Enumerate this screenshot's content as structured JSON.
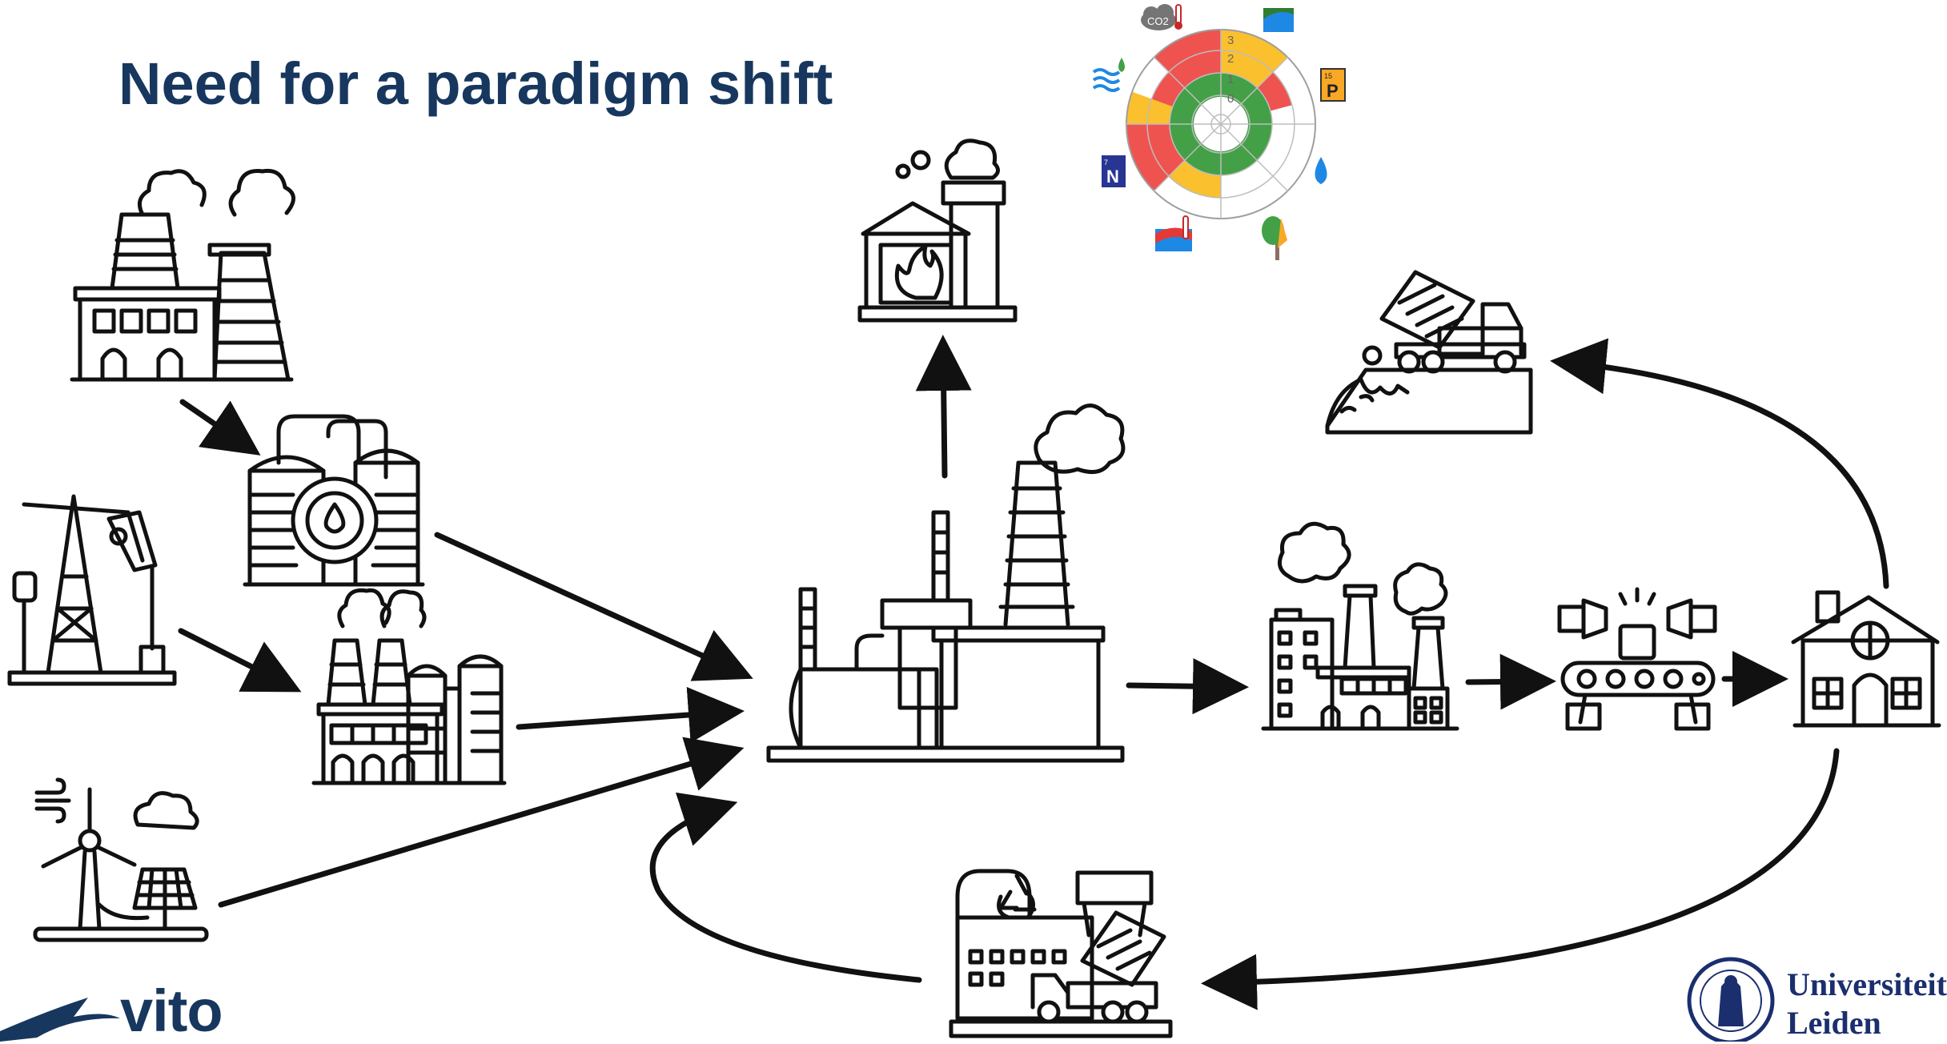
{
  "slide": {
    "title": "Need for a paradigm shift"
  },
  "radar": {
    "ring_labels": [
      "3",
      "2",
      "1",
      "0"
    ],
    "co2_label": "CO2",
    "n_label": "N",
    "n_superscript": "7",
    "p_label": "P",
    "p_superscript": "15",
    "colors": {
      "red": "#ef5350",
      "amber": "#fbc02d",
      "green": "#43a047",
      "grid": "#9e9e9e"
    }
  },
  "colors": {
    "title": "#17375e",
    "line": "#111111",
    "vito_blue": "#17375e",
    "leiden_blue": "#1b2f6e"
  },
  "logos": {
    "vito": "vito",
    "leiden_line1": "Universiteit",
    "leiden_line2": "Leiden"
  }
}
